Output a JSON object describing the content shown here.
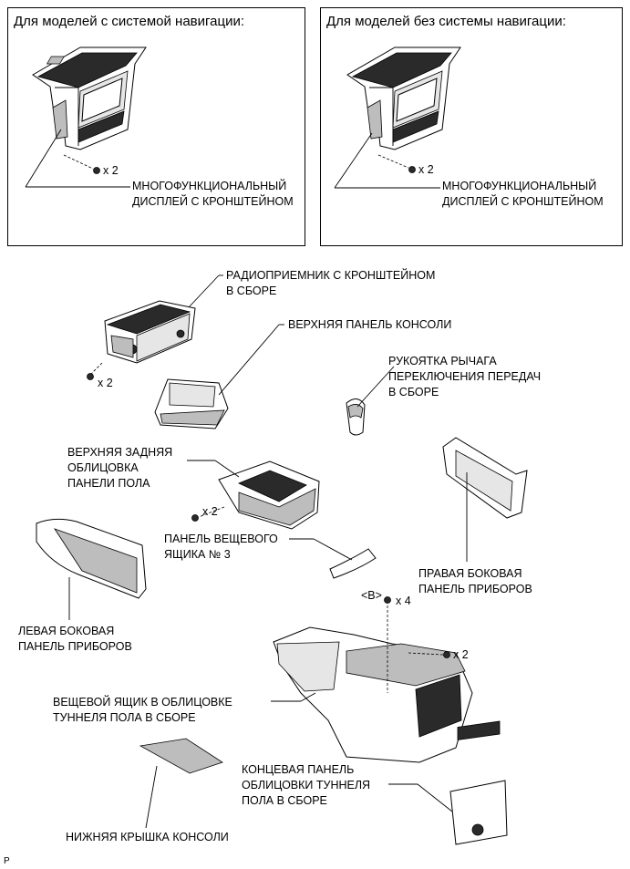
{
  "nav_panel": {
    "title": "Для моделей с системой навигации:",
    "part_label": [
      "МНОГОФУНКЦИОНАЛЬНЫЙ",
      "ДИСПЛЕЙ С КРОНШТЕЙНОМ"
    ],
    "screw_qty": "x 2"
  },
  "nonav_panel": {
    "title": "Для моделей без системы навигации:",
    "part_label": [
      "МНОГОФУНКЦИОНАЛЬНЫЙ",
      "ДИСПЛЕЙ С КРОНШТЕЙНОМ"
    ],
    "screw_qty": "x 2"
  },
  "parts": {
    "radio": {
      "label": [
        "РАДИОПРИЕМНИК С КРОНШТЕЙНОМ",
        "В СБОРЕ"
      ],
      "qty": "x 2"
    },
    "upper_console": {
      "label": [
        "ВЕРХНЯЯ ПАНЕЛЬ КОНСОЛИ"
      ]
    },
    "shift_knob": {
      "label": [
        "РУКОЯТКА РЫЧАГА",
        "ПЕРЕКЛЮЧЕНИЯ ПЕРЕДАЧ",
        "В СБОРЕ"
      ]
    },
    "rear_floor_panel": {
      "label": [
        "ВЕРХНЯЯ ЗАДНЯЯ",
        "ОБЛИЦОВКА",
        "ПАНЕЛИ ПОЛА"
      ],
      "qty": "x 2"
    },
    "glove_box_panel": {
      "label": [
        "ПАНЕЛЬ ВЕЩЕВОГО",
        "ЯЩИКА № 3"
      ]
    },
    "right_side_panel": {
      "label": [
        "ПРАВАЯ БОКОВАЯ",
        "ПАНЕЛЬ ПРИБОРОВ"
      ]
    },
    "left_side_panel": {
      "label": [
        "ЛЕВАЯ БОКОВАЯ",
        "ПАНЕЛЬ ПРИБОРОВ"
      ]
    },
    "console_box": {
      "label": [
        "ВЕЩЕВОЙ ЯЩИК В ОБЛИЦОВКЕ",
        "ТУННЕЛЯ ПОЛА В СБОРЕ"
      ],
      "qty_b": "x 4",
      "marker_b": "<B>",
      "qty": "x 2"
    },
    "end_panel": {
      "label": [
        "КОНЦЕВАЯ ПАНЕЛЬ",
        "ОБЛИЦОВКИ ТУННЕЛЯ",
        "ПОЛА В СБОРЕ"
      ]
    },
    "lower_cover": {
      "label": [
        "НИЖНЯЯ КРЫШКА КОНСОЛИ"
      ]
    }
  },
  "footer_code": "P"
}
